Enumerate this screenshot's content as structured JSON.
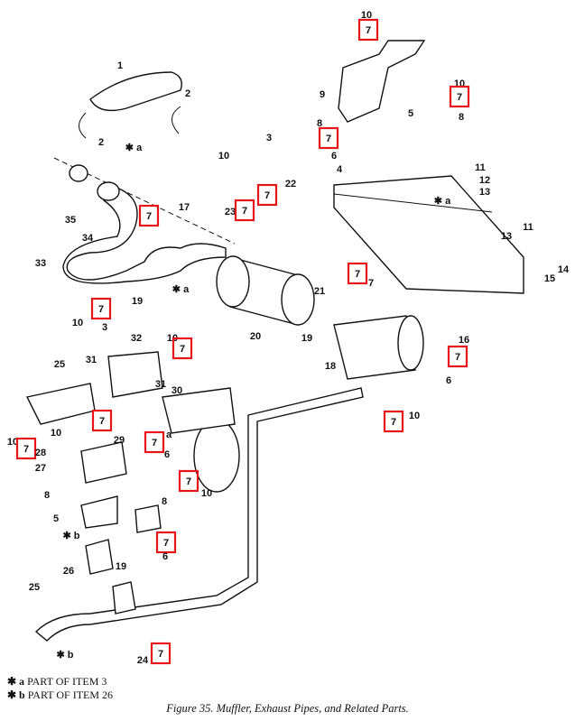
{
  "figure": {
    "caption": "Figure 35.  Muffler, Exhaust Pipes, and Related Parts.",
    "notes": [
      {
        "marker": "✱ a",
        "text": "PART OF ITEM 3"
      },
      {
        "marker": "✱ b",
        "text": "PART OF ITEM 26"
      }
    ],
    "highlight_color": "#e8141b",
    "callouts": [
      {
        "text": "1",
        "boxed": false
      },
      {
        "text": "2",
        "boxed": false
      },
      {
        "text": "2",
        "boxed": false
      },
      {
        "text": "✱ a",
        "boxed": false
      },
      {
        "text": "10",
        "boxed": false
      },
      {
        "text": "3",
        "boxed": false
      },
      {
        "text": "7",
        "boxed": true
      },
      {
        "text": "7",
        "boxed": true
      },
      {
        "text": "17",
        "boxed": false
      },
      {
        "text": "35",
        "boxed": false
      },
      {
        "text": "34",
        "boxed": false
      },
      {
        "text": "22",
        "boxed": false
      },
      {
        "text": "23",
        "boxed": false
      },
      {
        "text": "7",
        "boxed": true
      },
      {
        "text": "33",
        "boxed": false
      },
      {
        "text": "19",
        "boxed": false
      },
      {
        "text": "10",
        "boxed": false
      },
      {
        "text": "7",
        "boxed": true
      },
      {
        "text": "✱ a",
        "boxed": false
      },
      {
        "text": "20",
        "boxed": false
      },
      {
        "text": "3",
        "boxed": false
      },
      {
        "text": "32",
        "boxed": false
      },
      {
        "text": "10",
        "boxed": false
      },
      {
        "text": "7",
        "boxed": true
      },
      {
        "text": "31",
        "boxed": false
      },
      {
        "text": "25",
        "boxed": false
      },
      {
        "text": "31",
        "boxed": false
      },
      {
        "text": "30",
        "boxed": false
      },
      {
        "text": "10",
        "boxed": false
      },
      {
        "text": "7",
        "boxed": true
      },
      {
        "text": "10",
        "boxed": false
      },
      {
        "text": "28",
        "boxed": false
      },
      {
        "text": "27",
        "boxed": false
      },
      {
        "text": "29",
        "boxed": false
      },
      {
        "text": "7",
        "boxed": true
      },
      {
        "text": "a",
        "boxed": false
      },
      {
        "text": "7",
        "boxed": true
      },
      {
        "text": "6",
        "boxed": false
      },
      {
        "text": "8",
        "boxed": false
      },
      {
        "text": "7",
        "boxed": true
      },
      {
        "text": "10",
        "boxed": false
      },
      {
        "text": "5",
        "boxed": false
      },
      {
        "text": "8",
        "boxed": false
      },
      {
        "text": "✱ b",
        "boxed": false
      },
      {
        "text": "7",
        "boxed": true
      },
      {
        "text": "6",
        "boxed": false
      },
      {
        "text": "26",
        "boxed": false
      },
      {
        "text": "19",
        "boxed": false
      },
      {
        "text": "25",
        "boxed": false
      },
      {
        "text": "✱ b",
        "boxed": false
      },
      {
        "text": "7",
        "boxed": true
      },
      {
        "text": "24",
        "boxed": false
      },
      {
        "text": "10",
        "boxed": false
      },
      {
        "text": "7",
        "boxed": true
      },
      {
        "text": "9",
        "boxed": false
      },
      {
        "text": "10",
        "boxed": false
      },
      {
        "text": "7",
        "boxed": true
      },
      {
        "text": "8",
        "boxed": false
      },
      {
        "text": "8",
        "boxed": false
      },
      {
        "text": "5",
        "boxed": false
      },
      {
        "text": "7",
        "boxed": true
      },
      {
        "text": "6",
        "boxed": false
      },
      {
        "text": "4",
        "boxed": false
      },
      {
        "text": "11",
        "boxed": false
      },
      {
        "text": "12",
        "boxed": false
      },
      {
        "text": "13",
        "boxed": false
      },
      {
        "text": "✱ a",
        "boxed": false
      },
      {
        "text": "11",
        "boxed": false
      },
      {
        "text": "13",
        "boxed": false
      },
      {
        "text": "14",
        "boxed": false
      },
      {
        "text": "15",
        "boxed": false
      },
      {
        "text": "7",
        "boxed": true
      },
      {
        "text": "21",
        "boxed": false
      },
      {
        "text": "7",
        "boxed": false
      },
      {
        "text": "16",
        "boxed": false
      },
      {
        "text": "19",
        "boxed": false
      },
      {
        "text": "18",
        "boxed": false
      },
      {
        "text": "7",
        "boxed": true
      },
      {
        "text": "6",
        "boxed": false
      },
      {
        "text": "7",
        "boxed": true
      },
      {
        "text": "10",
        "boxed": false
      }
    ]
  }
}
